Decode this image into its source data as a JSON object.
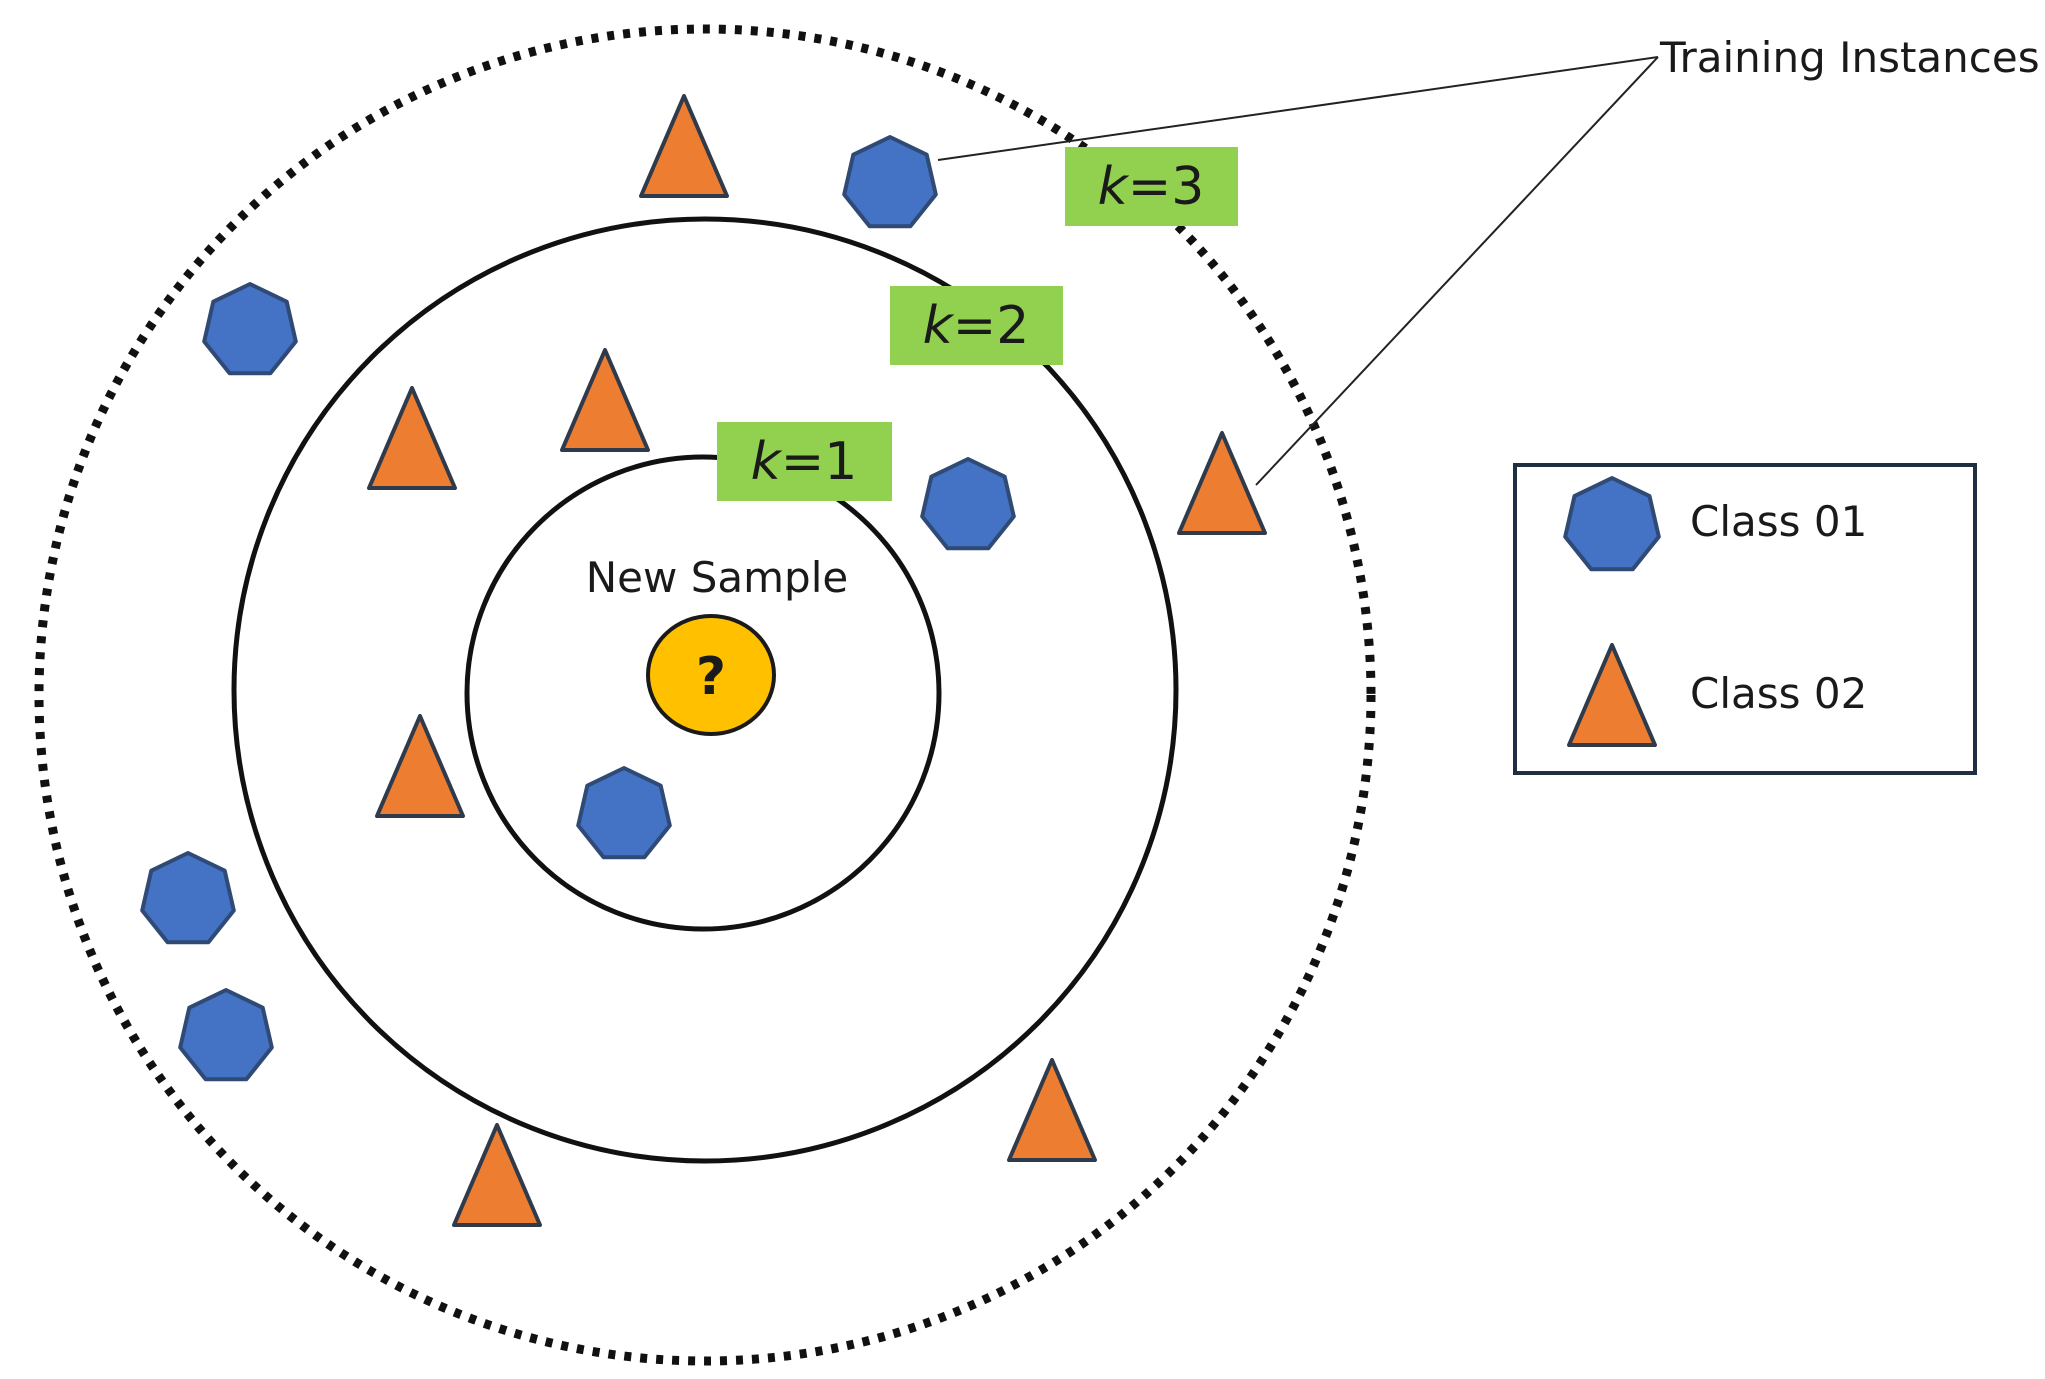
{
  "annotation": {
    "training_instances": "Training Instances"
  },
  "sample": {
    "label": "New Sample",
    "symbol": "?"
  },
  "k_labels": [
    {
      "k": "k",
      "eq": "=1"
    },
    {
      "k": "k",
      "eq": "=2"
    },
    {
      "k": "k",
      "eq": "=3"
    }
  ],
  "legend": {
    "class01": "Class 01",
    "class02": "Class 02"
  },
  "colors": {
    "class01_fill": "#4472C4",
    "class01_stroke": "#2F4A75",
    "class02_fill": "#ED7D31",
    "class02_stroke": "#2F3A4A",
    "sample_fill": "#FFC000",
    "k_box": "#92D050",
    "legend_border": "#1F2E40"
  },
  "icons": {
    "class01": "heptagon-icon",
    "class02": "triangle-icon",
    "sample": "circle-icon"
  }
}
